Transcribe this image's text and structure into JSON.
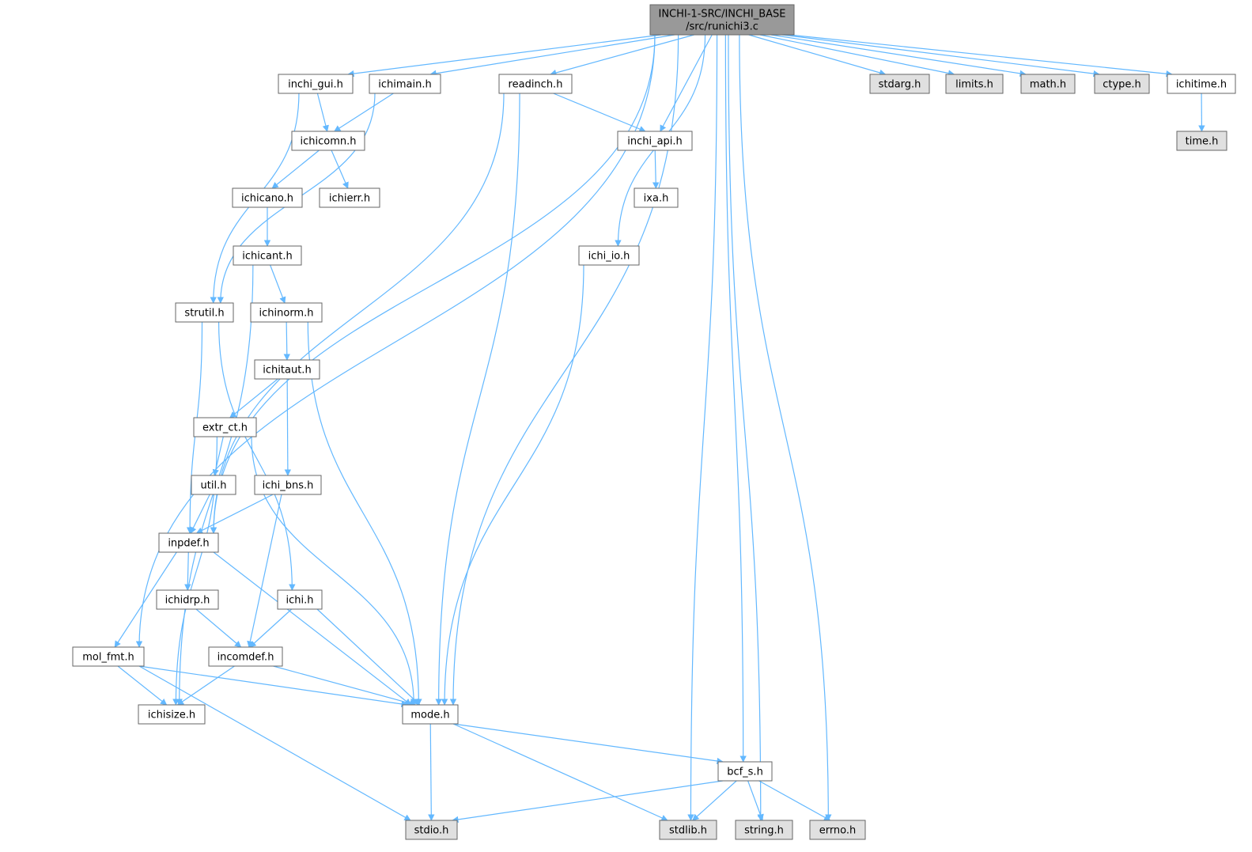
{
  "colors": {
    "edge": "#63b8ff",
    "node_fill": "#ffffff",
    "system_fill": "#e0e0e0",
    "root_fill": "#999999",
    "border": "#666666"
  },
  "nodes": {
    "root": {
      "lines": [
        "INCHI-1-SRC/INCHI_BASE",
        "/src/runichi3.c"
      ],
      "kind": "root"
    },
    "inchi_gui": {
      "lines": [
        "inchi_gui.h"
      ],
      "kind": "file"
    },
    "ichimain": {
      "lines": [
        "ichimain.h"
      ],
      "kind": "file"
    },
    "readinch": {
      "lines": [
        "readinch.h"
      ],
      "kind": "file"
    },
    "stdarg": {
      "lines": [
        "stdarg.h"
      ],
      "kind": "system"
    },
    "limits": {
      "lines": [
        "limits.h"
      ],
      "kind": "system"
    },
    "math": {
      "lines": [
        "math.h"
      ],
      "kind": "system"
    },
    "ctype": {
      "lines": [
        "ctype.h"
      ],
      "kind": "system"
    },
    "ichitime": {
      "lines": [
        "ichitime.h"
      ],
      "kind": "file"
    },
    "time": {
      "lines": [
        "time.h"
      ],
      "kind": "system"
    },
    "ichicomn": {
      "lines": [
        "ichicomn.h"
      ],
      "kind": "file"
    },
    "inchi_api": {
      "lines": [
        "inchi_api.h"
      ],
      "kind": "file"
    },
    "ichicano": {
      "lines": [
        "ichicano.h"
      ],
      "kind": "file"
    },
    "ichierr": {
      "lines": [
        "ichierr.h"
      ],
      "kind": "file"
    },
    "ixa": {
      "lines": [
        "ixa.h"
      ],
      "kind": "file"
    },
    "ichicant": {
      "lines": [
        "ichicant.h"
      ],
      "kind": "file"
    },
    "ichi_io": {
      "lines": [
        "ichi_io.h"
      ],
      "kind": "file"
    },
    "strutil": {
      "lines": [
        "strutil.h"
      ],
      "kind": "file"
    },
    "ichinorm": {
      "lines": [
        "ichinorm.h"
      ],
      "kind": "file"
    },
    "ichitaut": {
      "lines": [
        "ichitaut.h"
      ],
      "kind": "file"
    },
    "extr_ct": {
      "lines": [
        "extr_ct.h"
      ],
      "kind": "file"
    },
    "util": {
      "lines": [
        "util.h"
      ],
      "kind": "file"
    },
    "ichi_bns": {
      "lines": [
        "ichi_bns.h"
      ],
      "kind": "file"
    },
    "inpdef": {
      "lines": [
        "inpdef.h"
      ],
      "kind": "file"
    },
    "ichidrp": {
      "lines": [
        "ichidrp.h"
      ],
      "kind": "file"
    },
    "ichi": {
      "lines": [
        "ichi.h"
      ],
      "kind": "file"
    },
    "mol_fmt": {
      "lines": [
        "mol_fmt.h"
      ],
      "kind": "file"
    },
    "incomdef": {
      "lines": [
        "incomdef.h"
      ],
      "kind": "file"
    },
    "ichisize": {
      "lines": [
        "ichisize.h"
      ],
      "kind": "file"
    },
    "mode": {
      "lines": [
        "mode.h"
      ],
      "kind": "file"
    },
    "bcf_s": {
      "lines": [
        "bcf_s.h"
      ],
      "kind": "file"
    },
    "stdio": {
      "lines": [
        "stdio.h"
      ],
      "kind": "system"
    },
    "stdlib": {
      "lines": [
        "stdlib.h"
      ],
      "kind": "system"
    },
    "string": {
      "lines": [
        "string.h"
      ],
      "kind": "system"
    },
    "errno": {
      "lines": [
        "errno.h"
      ],
      "kind": "system"
    }
  },
  "edges": [
    [
      "root",
      "inchi_gui"
    ],
    [
      "root",
      "ichimain"
    ],
    [
      "root",
      "readinch"
    ],
    [
      "root",
      "stdarg"
    ],
    [
      "root",
      "limits"
    ],
    [
      "root",
      "math"
    ],
    [
      "root",
      "ctype"
    ],
    [
      "root",
      "ichitime"
    ],
    [
      "root",
      "inchi_api"
    ],
    [
      "root",
      "ichi_io"
    ],
    [
      "root",
      "mode"
    ],
    [
      "root",
      "inpdef"
    ],
    [
      "root",
      "mol_fmt"
    ],
    [
      "root",
      "stdlib"
    ],
    [
      "root",
      "bcf_s"
    ],
    [
      "root",
      "string"
    ],
    [
      "root",
      "errno"
    ],
    [
      "ichitime",
      "time"
    ],
    [
      "inchi_gui",
      "ichicomn"
    ],
    [
      "inchi_gui",
      "strutil"
    ],
    [
      "ichimain",
      "ichicomn"
    ],
    [
      "ichimain",
      "strutil"
    ],
    [
      "readinch",
      "inchi_api"
    ],
    [
      "readinch",
      "inpdef"
    ],
    [
      "readinch",
      "mode"
    ],
    [
      "inchi_api",
      "ixa"
    ],
    [
      "ichicomn",
      "ichicano"
    ],
    [
      "ichicomn",
      "ichierr"
    ],
    [
      "ichicano",
      "ichicant"
    ],
    [
      "ichicant",
      "ichinorm"
    ],
    [
      "ichicant",
      "ichisize"
    ],
    [
      "ichi_io",
      "mode"
    ],
    [
      "strutil",
      "inpdef"
    ],
    [
      "strutil",
      "ichi"
    ],
    [
      "ichinorm",
      "ichitaut"
    ],
    [
      "ichinorm",
      "mode"
    ],
    [
      "ichitaut",
      "extr_ct"
    ],
    [
      "ichitaut",
      "ichi_bns"
    ],
    [
      "extr_ct",
      "util"
    ],
    [
      "extr_ct",
      "ichisize"
    ],
    [
      "extr_ct",
      "mode"
    ],
    [
      "util",
      "inpdef"
    ],
    [
      "ichi_bns",
      "inpdef"
    ],
    [
      "ichi_bns",
      "incomdef"
    ],
    [
      "inpdef",
      "ichidrp"
    ],
    [
      "inpdef",
      "mol_fmt"
    ],
    [
      "inpdef",
      "mode"
    ],
    [
      "ichidrp",
      "incomdef"
    ],
    [
      "ichi",
      "incomdef"
    ],
    [
      "ichi",
      "mode"
    ],
    [
      "mol_fmt",
      "ichisize"
    ],
    [
      "mol_fmt",
      "mode"
    ],
    [
      "mol_fmt",
      "stdio"
    ],
    [
      "incomdef",
      "ichisize"
    ],
    [
      "incomdef",
      "mode"
    ],
    [
      "mode",
      "stdio"
    ],
    [
      "mode",
      "stdlib"
    ],
    [
      "mode",
      "bcf_s"
    ],
    [
      "bcf_s",
      "stdio"
    ],
    [
      "bcf_s",
      "stdlib"
    ],
    [
      "bcf_s",
      "string"
    ],
    [
      "bcf_s",
      "errno"
    ]
  ]
}
